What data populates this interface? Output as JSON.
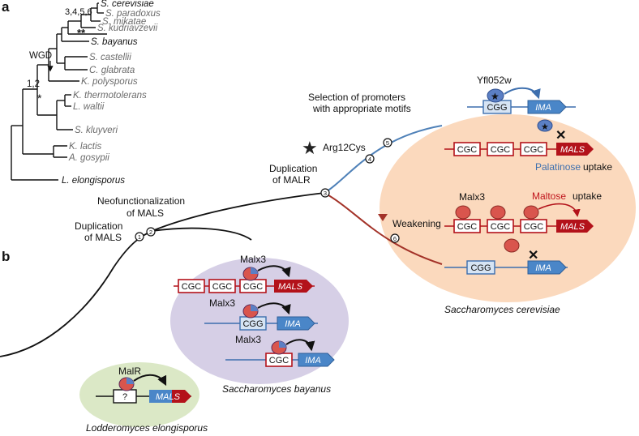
{
  "panels": {
    "a": "a",
    "b": "b"
  },
  "tree": {
    "species": [
      {
        "name": "S. cerevisiae",
        "style": "black"
      },
      {
        "name": "S. paradoxus",
        "style": "grey"
      },
      {
        "name": "S. mikatae",
        "style": "grey"
      },
      {
        "name": "S. kudriavzevii",
        "style": "grey"
      },
      {
        "name": "S. bayanus",
        "style": "black"
      },
      {
        "name": "S. castellii",
        "style": "grey"
      },
      {
        "name": "C. glabrata",
        "style": "grey"
      },
      {
        "name": "K. polysporus",
        "style": "grey"
      },
      {
        "name": "K. thermotolerans",
        "style": "grey"
      },
      {
        "name": "L. waltii",
        "style": "grey"
      },
      {
        "name": "S. kluyveri",
        "style": "grey"
      },
      {
        "name": "K. lactis",
        "style": "grey"
      },
      {
        "name": "A. gosypii",
        "style": "grey"
      },
      {
        "name": "L. elongisporus",
        "style": "black"
      }
    ],
    "marks": {
      "wgd": "WGD",
      "n3456": "3,4,5,6",
      "dstar": "**",
      "n12": "1,2",
      "star": "*"
    }
  },
  "events": {
    "dup_mals_1": "Duplication",
    "dup_mals_2": "of MALS",
    "neo_1": "Neofunctionalization",
    "neo_2": "of MALS",
    "dup_malr_1": "Duplication",
    "dup_malr_2": "of MALR",
    "arg": "Arg12Cys",
    "sel_1": "Selection of promoters",
    "sel_2": "with appropriate motifs",
    "weakening": "Weakening",
    "nodes": [
      "1",
      "2",
      "3",
      "4",
      "5",
      "6"
    ]
  },
  "genes": {
    "cgc": "CGC",
    "cgg": "CGG",
    "mals": "MALS",
    "ima": "IMA",
    "q": "?"
  },
  "factors": {
    "malx3": "Malx3",
    "malr": "MalR",
    "yfl": "Yfl052w"
  },
  "uptake": {
    "palatinose": "Palatinose",
    "maltose": "Maltose",
    "uptake": "uptake"
  },
  "captions": {
    "cerevisiae": "Saccharomyces cerevisiae",
    "bayanus": "Saccharomyces bayanus",
    "lodderomyces": "Lodderomyces elongisporus"
  },
  "colors": {
    "orange_bg": "#fbd9bd",
    "purple_bg": "#d6cfe6",
    "green_bg": "#dbe8c6",
    "red_gene": "#b3121a",
    "blue_gene": "#4a86c8",
    "blue_line": "#4f81b8",
    "red_line": "#a33228",
    "factor_red": "#d9554d",
    "factor_blue": "#5b7fc4"
  }
}
